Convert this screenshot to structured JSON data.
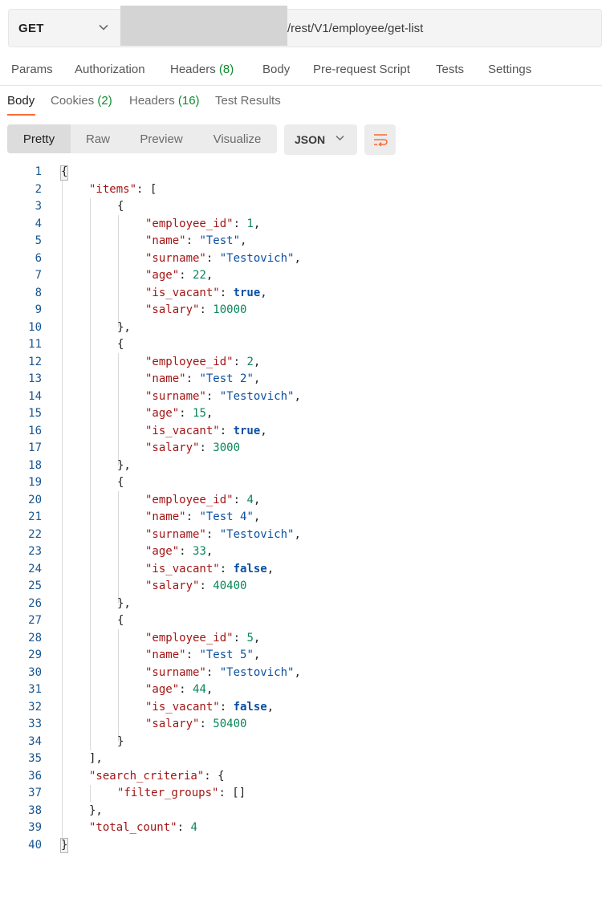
{
  "request": {
    "method": "GET",
    "url": "/rest/V1/employee/get-list"
  },
  "request_tabs": [
    {
      "label": "Params",
      "count": ""
    },
    {
      "label": "Authorization",
      "count": ""
    },
    {
      "label": "Headers",
      "count": "(8)"
    },
    {
      "label": "Body",
      "count": ""
    },
    {
      "label": "Pre-request Script",
      "count": ""
    },
    {
      "label": "Tests",
      "count": ""
    },
    {
      "label": "Settings",
      "count": ""
    }
  ],
  "response_tabs": [
    {
      "label": "Body",
      "count": ""
    },
    {
      "label": "Cookies",
      "count": "(2)"
    },
    {
      "label": "Headers",
      "count": "(16)"
    },
    {
      "label": "Test Results",
      "count": ""
    }
  ],
  "toolbar": {
    "views": [
      "Pretty",
      "Raw",
      "Preview",
      "Visualize"
    ],
    "language": "JSON"
  },
  "colors": {
    "accent": "#ff6c37",
    "count_green": "#0f8a2f",
    "json_key": "#a31515",
    "json_string": "#0b4fa0",
    "json_number": "#098658",
    "line_number": "#1a5690"
  },
  "icons": {
    "method_dropdown": "chevron-down-icon",
    "language_dropdown": "chevron-down-icon",
    "wrap": "wrap-lines-icon"
  },
  "code_lines": [
    {
      "n": "1",
      "indent": 0,
      "tokens": [
        [
          "p",
          "{"
        ]
      ]
    },
    {
      "n": "2",
      "indent": 1,
      "tokens": [
        [
          "k",
          "\"items\""
        ],
        [
          "p",
          ": ["
        ]
      ]
    },
    {
      "n": "3",
      "indent": 2,
      "tokens": [
        [
          "p",
          "{"
        ]
      ]
    },
    {
      "n": "4",
      "indent": 3,
      "tokens": [
        [
          "k",
          "\"employee_id\""
        ],
        [
          "p",
          ": "
        ],
        [
          "n",
          "1"
        ],
        [
          "p",
          ","
        ]
      ]
    },
    {
      "n": "5",
      "indent": 3,
      "tokens": [
        [
          "k",
          "\"name\""
        ],
        [
          "p",
          ": "
        ],
        [
          "s",
          "\"Test\""
        ],
        [
          "p",
          ","
        ]
      ]
    },
    {
      "n": "6",
      "indent": 3,
      "tokens": [
        [
          "k",
          "\"surname\""
        ],
        [
          "p",
          ": "
        ],
        [
          "s",
          "\"Testovich\""
        ],
        [
          "p",
          ","
        ]
      ]
    },
    {
      "n": "7",
      "indent": 3,
      "tokens": [
        [
          "k",
          "\"age\""
        ],
        [
          "p",
          ": "
        ],
        [
          "n",
          "22"
        ],
        [
          "p",
          ","
        ]
      ]
    },
    {
      "n": "8",
      "indent": 3,
      "tokens": [
        [
          "k",
          "\"is_vacant\""
        ],
        [
          "p",
          ": "
        ],
        [
          "b",
          "true"
        ],
        [
          "p",
          ","
        ]
      ]
    },
    {
      "n": "9",
      "indent": 3,
      "tokens": [
        [
          "k",
          "\"salary\""
        ],
        [
          "p",
          ": "
        ],
        [
          "n",
          "10000"
        ]
      ]
    },
    {
      "n": "10",
      "indent": 2,
      "tokens": [
        [
          "p",
          "},"
        ]
      ]
    },
    {
      "n": "11",
      "indent": 2,
      "tokens": [
        [
          "p",
          "{"
        ]
      ]
    },
    {
      "n": "12",
      "indent": 3,
      "tokens": [
        [
          "k",
          "\"employee_id\""
        ],
        [
          "p",
          ": "
        ],
        [
          "n",
          "2"
        ],
        [
          "p",
          ","
        ]
      ]
    },
    {
      "n": "13",
      "indent": 3,
      "tokens": [
        [
          "k",
          "\"name\""
        ],
        [
          "p",
          ": "
        ],
        [
          "s",
          "\"Test 2\""
        ],
        [
          "p",
          ","
        ]
      ]
    },
    {
      "n": "14",
      "indent": 3,
      "tokens": [
        [
          "k",
          "\"surname\""
        ],
        [
          "p",
          ": "
        ],
        [
          "s",
          "\"Testovich\""
        ],
        [
          "p",
          ","
        ]
      ]
    },
    {
      "n": "15",
      "indent": 3,
      "tokens": [
        [
          "k",
          "\"age\""
        ],
        [
          "p",
          ": "
        ],
        [
          "n",
          "15"
        ],
        [
          "p",
          ","
        ]
      ]
    },
    {
      "n": "16",
      "indent": 3,
      "tokens": [
        [
          "k",
          "\"is_vacant\""
        ],
        [
          "p",
          ": "
        ],
        [
          "b",
          "true"
        ],
        [
          "p",
          ","
        ]
      ]
    },
    {
      "n": "17",
      "indent": 3,
      "tokens": [
        [
          "k",
          "\"salary\""
        ],
        [
          "p",
          ": "
        ],
        [
          "n",
          "3000"
        ]
      ]
    },
    {
      "n": "18",
      "indent": 2,
      "tokens": [
        [
          "p",
          "},"
        ]
      ]
    },
    {
      "n": "19",
      "indent": 2,
      "tokens": [
        [
          "p",
          "{"
        ]
      ]
    },
    {
      "n": "20",
      "indent": 3,
      "tokens": [
        [
          "k",
          "\"employee_id\""
        ],
        [
          "p",
          ": "
        ],
        [
          "n",
          "4"
        ],
        [
          "p",
          ","
        ]
      ]
    },
    {
      "n": "21",
      "indent": 3,
      "tokens": [
        [
          "k",
          "\"name\""
        ],
        [
          "p",
          ": "
        ],
        [
          "s",
          "\"Test 4\""
        ],
        [
          "p",
          ","
        ]
      ]
    },
    {
      "n": "22",
      "indent": 3,
      "tokens": [
        [
          "k",
          "\"surname\""
        ],
        [
          "p",
          ": "
        ],
        [
          "s",
          "\"Testovich\""
        ],
        [
          "p",
          ","
        ]
      ]
    },
    {
      "n": "23",
      "indent": 3,
      "tokens": [
        [
          "k",
          "\"age\""
        ],
        [
          "p",
          ": "
        ],
        [
          "n",
          "33"
        ],
        [
          "p",
          ","
        ]
      ]
    },
    {
      "n": "24",
      "indent": 3,
      "tokens": [
        [
          "k",
          "\"is_vacant\""
        ],
        [
          "p",
          ": "
        ],
        [
          "b",
          "false"
        ],
        [
          "p",
          ","
        ]
      ]
    },
    {
      "n": "25",
      "indent": 3,
      "tokens": [
        [
          "k",
          "\"salary\""
        ],
        [
          "p",
          ": "
        ],
        [
          "n",
          "40400"
        ]
      ]
    },
    {
      "n": "26",
      "indent": 2,
      "tokens": [
        [
          "p",
          "},"
        ]
      ]
    },
    {
      "n": "27",
      "indent": 2,
      "tokens": [
        [
          "p",
          "{"
        ]
      ]
    },
    {
      "n": "28",
      "indent": 3,
      "tokens": [
        [
          "k",
          "\"employee_id\""
        ],
        [
          "p",
          ": "
        ],
        [
          "n",
          "5"
        ],
        [
          "p",
          ","
        ]
      ]
    },
    {
      "n": "29",
      "indent": 3,
      "tokens": [
        [
          "k",
          "\"name\""
        ],
        [
          "p",
          ": "
        ],
        [
          "s",
          "\"Test 5\""
        ],
        [
          "p",
          ","
        ]
      ]
    },
    {
      "n": "30",
      "indent": 3,
      "tokens": [
        [
          "k",
          "\"surname\""
        ],
        [
          "p",
          ": "
        ],
        [
          "s",
          "\"Testovich\""
        ],
        [
          "p",
          ","
        ]
      ]
    },
    {
      "n": "31",
      "indent": 3,
      "tokens": [
        [
          "k",
          "\"age\""
        ],
        [
          "p",
          ": "
        ],
        [
          "n",
          "44"
        ],
        [
          "p",
          ","
        ]
      ]
    },
    {
      "n": "32",
      "indent": 3,
      "tokens": [
        [
          "k",
          "\"is_vacant\""
        ],
        [
          "p",
          ": "
        ],
        [
          "b",
          "false"
        ],
        [
          "p",
          ","
        ]
      ]
    },
    {
      "n": "33",
      "indent": 3,
      "tokens": [
        [
          "k",
          "\"salary\""
        ],
        [
          "p",
          ": "
        ],
        [
          "n",
          "50400"
        ]
      ]
    },
    {
      "n": "34",
      "indent": 2,
      "tokens": [
        [
          "p",
          "}"
        ]
      ]
    },
    {
      "n": "35",
      "indent": 1,
      "tokens": [
        [
          "p",
          "],"
        ]
      ]
    },
    {
      "n": "36",
      "indent": 1,
      "tokens": [
        [
          "k",
          "\"search_criteria\""
        ],
        [
          "p",
          ": {"
        ]
      ]
    },
    {
      "n": "37",
      "indent": 2,
      "tokens": [
        [
          "k",
          "\"filter_groups\""
        ],
        [
          "p",
          ": []"
        ]
      ]
    },
    {
      "n": "38",
      "indent": 1,
      "tokens": [
        [
          "p",
          "},"
        ]
      ]
    },
    {
      "n": "39",
      "indent": 1,
      "tokens": [
        [
          "k",
          "\"total_count\""
        ],
        [
          "p",
          ": "
        ],
        [
          "n",
          "4"
        ]
      ]
    },
    {
      "n": "40",
      "indent": 0,
      "tokens": [
        [
          "p",
          "}"
        ]
      ]
    }
  ]
}
